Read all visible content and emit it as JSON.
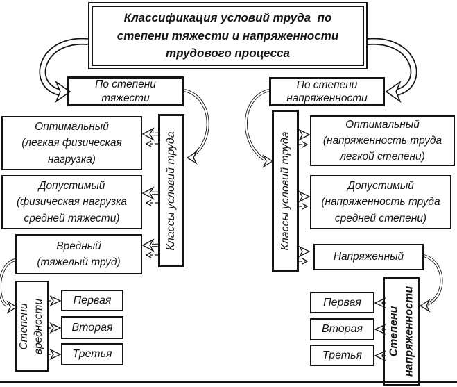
{
  "title": {
    "lines": [
      "Классификация условий труда  по",
      "степени тяжести и напряженности",
      "трудового процесса"
    ]
  },
  "left": {
    "header": {
      "lines": [
        "По степени",
        "тяжести"
      ]
    },
    "classes_label": "Классы условий труда",
    "boxes": [
      {
        "lines": [
          "Оптимальный",
          "(легкая физическая",
          "нагрузка)"
        ]
      },
      {
        "lines": [
          "Допустимый",
          "(физическая нагрузка",
          "средней тяжести)"
        ]
      },
      {
        "lines": [
          "Вредный",
          "(тяжелый труд)"
        ]
      }
    ],
    "degrees": {
      "label_lines": [
        "Степени",
        "вредности"
      ],
      "items": [
        "Первая",
        "Вторая",
        "Третья"
      ]
    }
  },
  "right": {
    "header": {
      "lines": [
        "По степени",
        "напряженности"
      ]
    },
    "classes_label": "Классы условий труда",
    "boxes": [
      {
        "lines": [
          "Оптимальный",
          "(напряженность труда",
          "легкой степени)"
        ]
      },
      {
        "lines": [
          "Допустимый",
          "(напряженность труда",
          "средней степени)"
        ]
      },
      {
        "lines": [
          "Напряженный"
        ]
      }
    ],
    "degrees": {
      "label_lines": [
        "Степени",
        "напряженности"
      ],
      "items": [
        "Первая",
        "Вторая",
        "Третья"
      ]
    }
  },
  "colors": {
    "ink": "#141414",
    "background": "#ffffff"
  }
}
